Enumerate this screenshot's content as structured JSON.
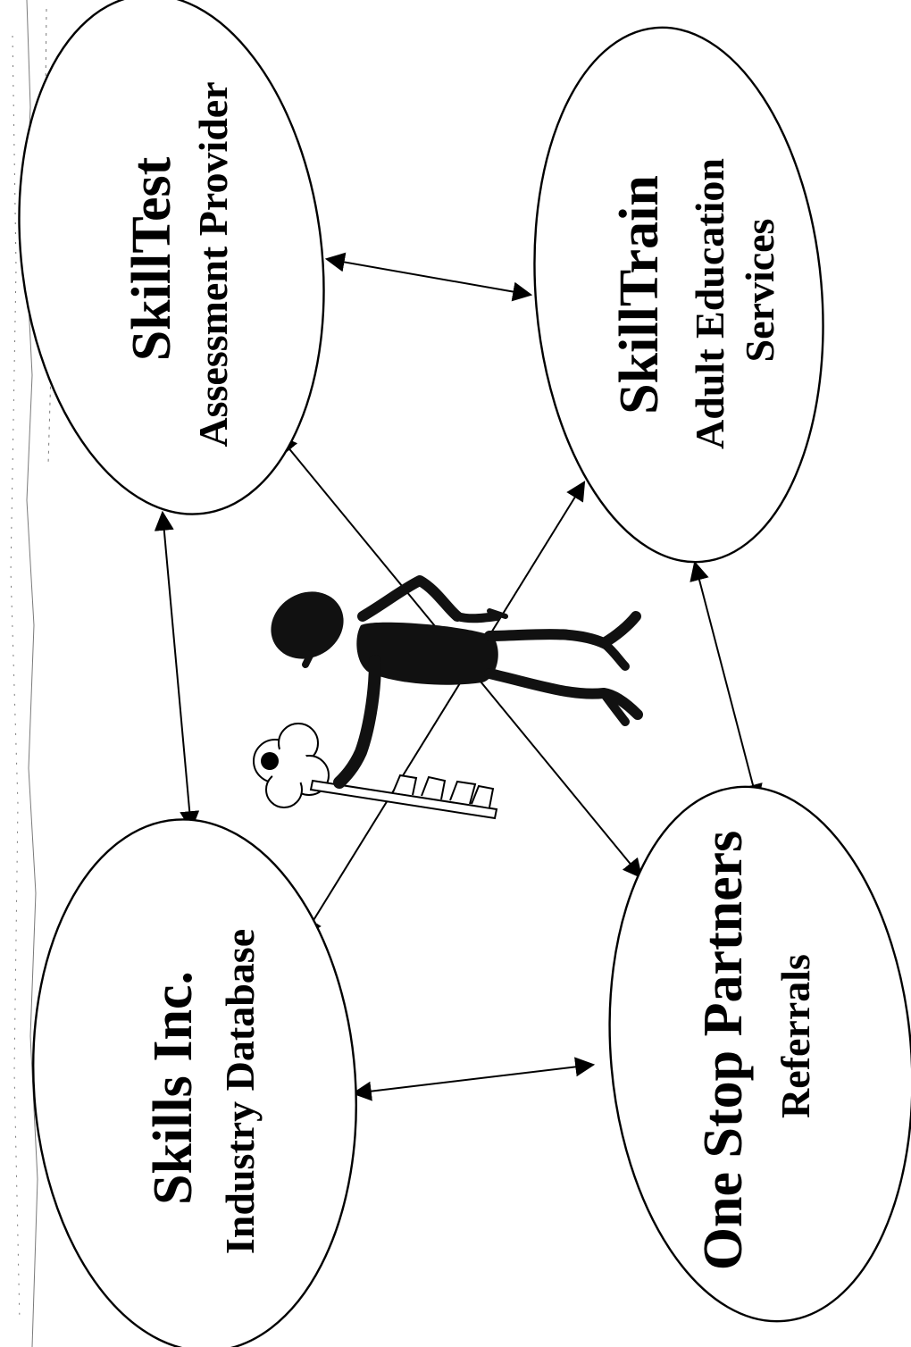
{
  "nodes": {
    "skilltest": {
      "title": "SkillTest",
      "subtitle": "Assessment Provider"
    },
    "skilltrain": {
      "title": "SkillTrain",
      "subtitle_line1": "Adult Education",
      "subtitle_line2": "Services"
    },
    "skills_inc": {
      "title": "Skills Inc.",
      "subtitle": "Industry Database"
    },
    "one_stop": {
      "title": "One Stop Partners",
      "subtitle": "Referrals"
    }
  },
  "connections": [
    {
      "from": "skilltest",
      "to": "skilltrain",
      "bidirectional": true
    },
    {
      "from": "skilltest",
      "to": "skills_inc",
      "bidirectional": true
    },
    {
      "from": "skilltest",
      "to": "one_stop",
      "bidirectional": true
    },
    {
      "from": "skilltrain",
      "to": "skills_inc",
      "bidirectional": true
    },
    {
      "from": "skilltrain",
      "to": "one_stop",
      "bidirectional": true
    },
    {
      "from": "skills_inc",
      "to": "one_stop",
      "bidirectional": true
    }
  ],
  "illustration": {
    "figure": "stick-figure-person-icon",
    "object": "key-icon"
  },
  "colors": {
    "stroke": "#000000",
    "background": "#ffffff",
    "figure_fill": "#111111"
  }
}
